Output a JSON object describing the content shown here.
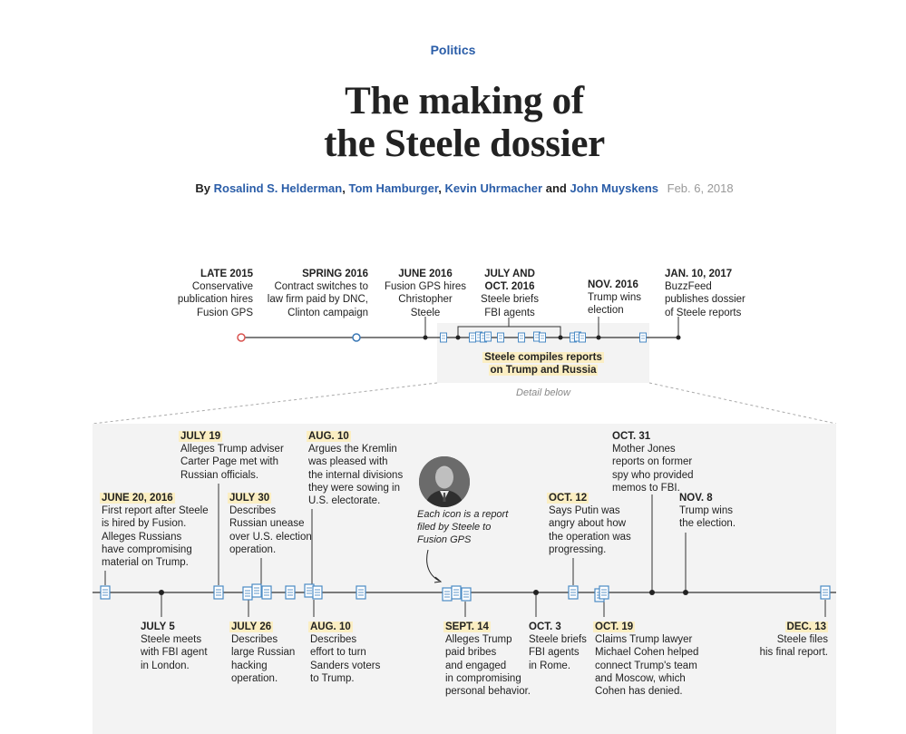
{
  "header": {
    "section": "Politics",
    "title_line1": "The making of",
    "title_line2": "the Steele dossier",
    "by": "By",
    "authors": [
      "Rosalind S. Helderman",
      "Tom Hamburger",
      "Kevin Uhrmacher",
      "John Muyskens"
    ],
    "sep1": ",",
    "sep2": ",",
    "and": "and",
    "date": "Feb. 6, 2018"
  },
  "colors": {
    "accent": "#2a5da8",
    "highlight": "#fbeec2",
    "panel": "#f3f3f3",
    "marker_red": "#d9534f",
    "marker_blue": "#3a78b5",
    "icon": "#4a8ac4"
  },
  "overview": {
    "events": [
      {
        "date": "LATE 2015",
        "text": "Conservative\npublication hires\nFusion GPS"
      },
      {
        "date": "SPRING 2016",
        "text": "Contract switches to\nlaw firm paid by DNC,\nClinton campaign"
      },
      {
        "date": "JUNE 2016",
        "text": "Fusion GPS hires\nChristopher\nSteele"
      },
      {
        "date": "JULY AND\nOCT. 2016",
        "text": "Steele briefs\nFBI agents"
      },
      {
        "date": "NOV. 2016",
        "text": "Trump wins\nelection"
      },
      {
        "date": "JAN. 10, 2017",
        "text": "BuzzFeed\npublishes dossier\nof Steele reports"
      }
    ],
    "compiles_line1": "Steele compiles reports",
    "compiles_line2": "on Trump and Russia",
    "detail_note": "Detail below"
  },
  "detail": {
    "icon_note": "Each icon is a report\nfiled by Steele to\nFusion GPS",
    "portrait_icon": "person-portrait-icon",
    "report_icon": "document-icon",
    "above": [
      {
        "date": "JUNE 20, 2016",
        "text": "First report after Steele\nis hired by Fusion.\nAlleges Russians\nhave compromising\nmaterial on Trump."
      },
      {
        "date": "JULY 19",
        "text": "Alleges Trump adviser\nCarter Page met with\nRussian officials."
      },
      {
        "date": "JULY 30",
        "text": "Describes\nRussian unease\nover U.S. election\noperation."
      },
      {
        "date": "AUG. 10",
        "text": "Argues the Kremlin\nwas pleased with\nthe internal divisions\nthey were sowing in\nU.S. electorate."
      },
      {
        "date": "OCT. 12",
        "text": "Says Putin was\nangry about how\nthe operation was\nprogressing."
      },
      {
        "date": "OCT. 31",
        "text": "Mother Jones\nreports on former\nspy who provided\nmemos to FBI."
      },
      {
        "date": "NOV. 8",
        "text": "Trump wins\nthe election."
      }
    ],
    "below": [
      {
        "date": "JULY 5",
        "text": "Steele meets\nwith FBI agent\nin London."
      },
      {
        "date": "JULY 26",
        "text": "Describes\nlarge Russian\nhacking\noperation."
      },
      {
        "date": "AUG. 10",
        "text": "Describes\neffort to turn\nSanders voters\nto Trump."
      },
      {
        "date": "SEPT. 14",
        "text": "Alleges Trump\npaid bribes\nand engaged\nin compromising\npersonal behavior."
      },
      {
        "date": "OCT. 3",
        "text": "Steele briefs\nFBI agents\nin Rome."
      },
      {
        "date": "OCT. 19",
        "text": "Claims Trump lawyer\nMichael Cohen helped\nconnect Trump's team\nand Moscow, which\nCohen has denied."
      },
      {
        "date": "DEC. 13",
        "text": "Steele files\nhis final report."
      }
    ]
  }
}
